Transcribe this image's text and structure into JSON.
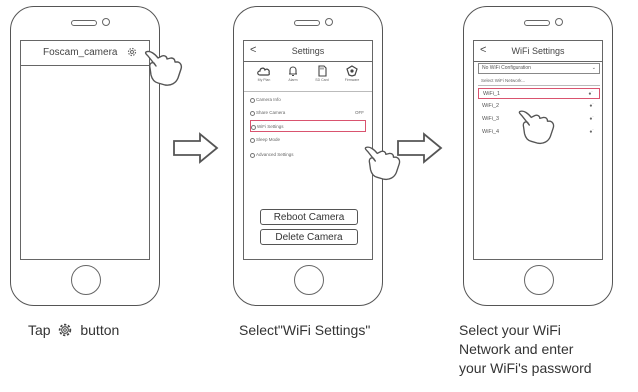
{
  "colors": {
    "outline": "#555555",
    "highlight": "#d9536f",
    "text": "#333333"
  },
  "steps": [
    {
      "screen": {
        "camera_name": "Foscam_camera",
        "gear_icon": "gear-icon"
      },
      "caption_before": "Tap",
      "caption_icon": "gear-icon",
      "caption_after": "button"
    },
    {
      "screen": {
        "back": "<",
        "title": "Settings",
        "icons": [
          {
            "icon": "cloud-icon",
            "label": "My Plan"
          },
          {
            "icon": "bell-icon",
            "label": "Alarm"
          },
          {
            "icon": "sd-card-icon",
            "label": "SD Card"
          },
          {
            "icon": "shield-icon",
            "label": "Firmware"
          }
        ],
        "rows": [
          {
            "label": "Camera Info",
            "value": ""
          },
          {
            "label": "Share Camera",
            "value": "OFF"
          },
          {
            "label": "WiFi Settings",
            "value": "",
            "highlighted": true
          },
          {
            "label": "Sleep Mode",
            "value": ""
          },
          {
            "label": "Advanced Settings",
            "value": ""
          }
        ],
        "buttons": [
          "Reboot Camera",
          "Delete Camera"
        ]
      },
      "caption": "Select\"WiFi Settings\""
    },
    {
      "screen": {
        "back": "<",
        "title": "WiFi Settings",
        "dropdown": "No WiFi Configuration",
        "select_label": "Select WiFi Network...",
        "networks": [
          {
            "name": "WiFi_1",
            "highlighted": true
          },
          {
            "name": "WiFi_2",
            "highlighted": false
          },
          {
            "name": "WiFi_3",
            "highlighted": false
          },
          {
            "name": "WiFi_4",
            "highlighted": false
          }
        ]
      },
      "caption_lines": [
        "Select your WiFi",
        "Network and enter",
        "your WiFi's password"
      ]
    }
  ]
}
